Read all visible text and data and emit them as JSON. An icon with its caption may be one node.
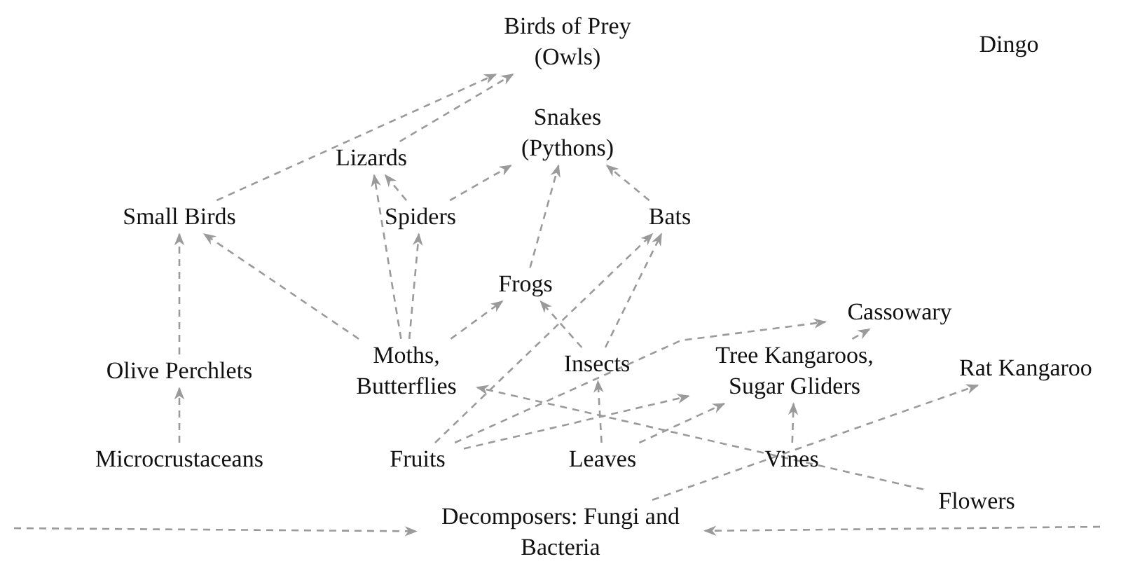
{
  "diagram": {
    "nodes": [
      {
        "text": [
          "Birds of Prey (Owls)"
        ]
      },
      {
        "text": [
          "Dingo"
        ]
      },
      {
        "text": [
          "Snakes (Pythons)"
        ]
      },
      {
        "text": [
          "Lizards"
        ]
      },
      {
        "text": [
          "Small Birds"
        ]
      },
      {
        "text": [
          "Spiders"
        ]
      },
      {
        "text": [
          "Bats"
        ]
      },
      {
        "text": [
          "Frogs"
        ]
      },
      {
        "text": [
          "Cassowary"
        ]
      },
      {
        "text": [
          "Moths, Butterflies"
        ]
      },
      {
        "text": [
          "Olive Perchlets"
        ]
      },
      {
        "text": [
          "Insects"
        ]
      },
      {
        "text": [
          "Tree Kangaroos, Sugar Gliders"
        ]
      },
      {
        "text": [
          "Rat Kangaroo"
        ]
      },
      {
        "text": [
          "Microcrustaceans"
        ]
      },
      {
        "text": [
          "Fruits"
        ]
      },
      {
        "text": [
          "Leaves"
        ]
      },
      {
        "text": [
          "Vines"
        ]
      },
      {
        "text": [
          "Flowers"
        ]
      },
      {
        "text": [
          "Decomposers: Fungi and Bacteria"
        ]
      }
    ],
    "edges": [
      {
        "from": 4,
        "to": 0,
        "arrow": "to",
        "style": "dashed"
      },
      {
        "from": 3,
        "to": 0,
        "arrow": "to",
        "style": "dashed"
      },
      {
        "from": 5,
        "to": 2,
        "arrow": "to",
        "style": "dashed"
      },
      {
        "from": 7,
        "to": 2,
        "arrow": "to",
        "style": "dashed"
      },
      {
        "from": 6,
        "to": 2,
        "arrow": "to",
        "style": "dashed"
      },
      {
        "from": 9,
        "to": 3,
        "arrow": "to",
        "style": "dashed"
      },
      {
        "from": 5,
        "to": 3,
        "arrow": "to",
        "style": "dashed"
      },
      {
        "from": 9,
        "to": 5,
        "arrow": "to",
        "style": "dashed"
      },
      {
        "from": 9,
        "to": 4,
        "arrow": "to",
        "style": "dashed"
      },
      {
        "from": 9,
        "to": 7,
        "arrow": "to",
        "style": "dashed"
      },
      {
        "from": 10,
        "to": 4,
        "arrow": "to",
        "style": "dashed"
      },
      {
        "from": 14,
        "to": 10,
        "arrow": "to",
        "style": "dashed"
      },
      {
        "from": 15,
        "to": 6,
        "arrow": "to",
        "style": "dashed"
      },
      {
        "from": 11,
        "to": 6,
        "arrow": "to",
        "style": "dashed"
      },
      {
        "from": 11,
        "to": 7,
        "arrow": "to",
        "style": "dashed"
      },
      {
        "from": 15,
        "to": 8,
        "arrow": "to",
        "style": "dashed"
      },
      {
        "from": 12,
        "to": 8,
        "arrow": "to",
        "style": "dashed"
      },
      {
        "from": 15,
        "to": 12,
        "arrow": "to",
        "style": "dashed"
      },
      {
        "from": 16,
        "to": 12,
        "arrow": "to",
        "style": "dashed"
      },
      {
        "from": 16,
        "to": 11,
        "arrow": "to",
        "style": "dashed"
      },
      {
        "from": 17,
        "to": 12,
        "arrow": "to",
        "style": "dashed"
      },
      {
        "from": 18,
        "to": 9,
        "arrow": "to",
        "style": "dashed"
      },
      {
        "from": 19,
        "to": 13,
        "arrow": "to",
        "style": "dashed"
      },
      {
        "from": null,
        "to": 19,
        "arrow": "to",
        "style": "dashed"
      },
      {
        "from": null,
        "to": 19,
        "arrow": "to",
        "style": "dashed"
      }
    ]
  }
}
